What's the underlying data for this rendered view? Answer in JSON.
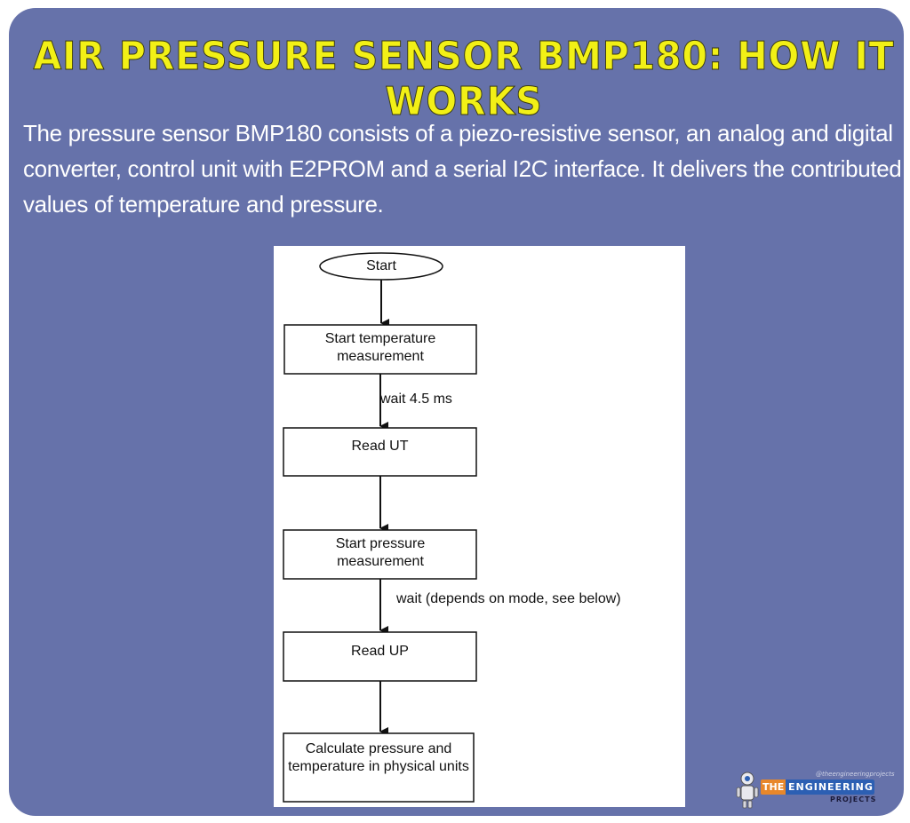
{
  "title": "AIR PRESSURE SENSOR BMP180: HOW IT WORKS",
  "intro": "The pressure sensor BMP180 consists of a piezo-resistive sensor, an analog and digital converter, control unit with E2PROM and a serial I2C interface. It delivers the contributed values of temperature and pressure.",
  "flowchart": {
    "start": "Start",
    "step1": "Start temperature measurement",
    "wait1": "wait 4.5 ms",
    "step2": "Read UT",
    "step3": "Start pressure measurement",
    "wait2": "wait (depends on mode, see below)",
    "step4": "Read UP",
    "step5": "Calculate pressure and temperature in physical units"
  },
  "logo": {
    "handle": "@theengineeringprojects",
    "the": "THE",
    "engineering": "ENGINEERING",
    "projects": "PROJECTS"
  },
  "colors": {
    "background": "#6672aa",
    "title": "#f2f016",
    "text": "#ffffff"
  }
}
